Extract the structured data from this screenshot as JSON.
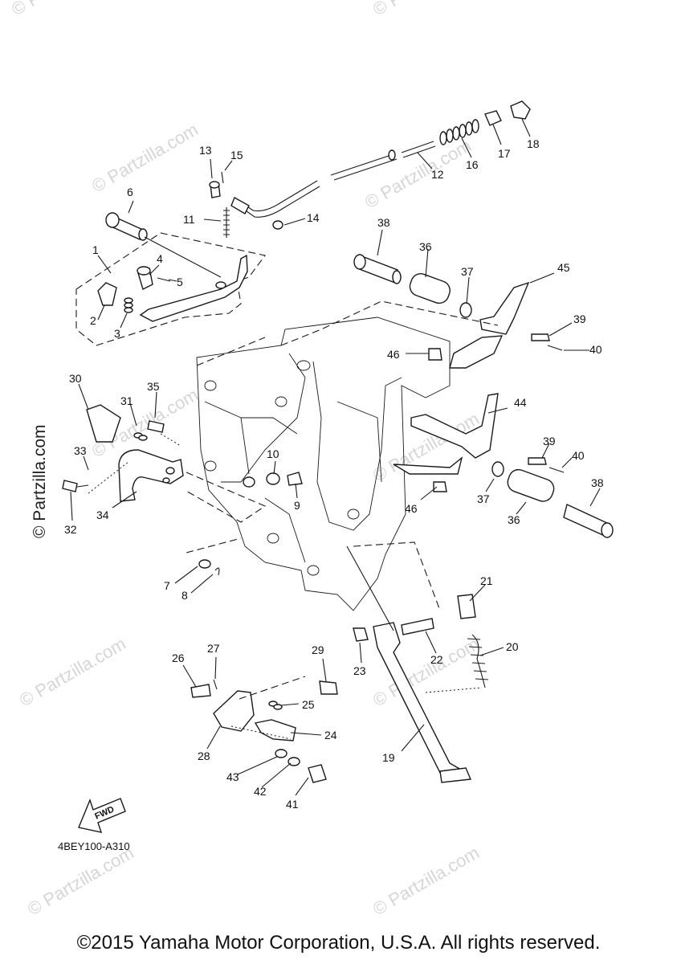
{
  "diagram_code": "4BEY100-A310",
  "copyright": "©2015 Yamaha Motor Corporation, U.S.A. All rights reserved.",
  "watermark": "© Partzilla.com",
  "fwd_label": "FWD",
  "callouts": [
    {
      "id": "1",
      "text": "1"
    },
    {
      "id": "2",
      "text": "2"
    },
    {
      "id": "3",
      "text": "3"
    },
    {
      "id": "4",
      "text": "4"
    },
    {
      "id": "5",
      "text": "5"
    },
    {
      "id": "6",
      "text": "6"
    },
    {
      "id": "7",
      "text": "7"
    },
    {
      "id": "8",
      "text": "8"
    },
    {
      "id": "9",
      "text": "9"
    },
    {
      "id": "10",
      "text": "10"
    },
    {
      "id": "11",
      "text": "11"
    },
    {
      "id": "12",
      "text": "12"
    },
    {
      "id": "13",
      "text": "13"
    },
    {
      "id": "14",
      "text": "14"
    },
    {
      "id": "15",
      "text": "15"
    },
    {
      "id": "16",
      "text": "16"
    },
    {
      "id": "17",
      "text": "17"
    },
    {
      "id": "18",
      "text": "18"
    },
    {
      "id": "19",
      "text": "19"
    },
    {
      "id": "20",
      "text": "20"
    },
    {
      "id": "21",
      "text": "21"
    },
    {
      "id": "22",
      "text": "22"
    },
    {
      "id": "23",
      "text": "23"
    },
    {
      "id": "24",
      "text": "24"
    },
    {
      "id": "25",
      "text": "25"
    },
    {
      "id": "26",
      "text": "26"
    },
    {
      "id": "27",
      "text": "27"
    },
    {
      "id": "28",
      "text": "28"
    },
    {
      "id": "29",
      "text": "29"
    },
    {
      "id": "30",
      "text": "30"
    },
    {
      "id": "31",
      "text": "31"
    },
    {
      "id": "32",
      "text": "32"
    },
    {
      "id": "33",
      "text": "33"
    },
    {
      "id": "34",
      "text": "34"
    },
    {
      "id": "35",
      "text": "35"
    },
    {
      "id": "36a",
      "text": "36"
    },
    {
      "id": "36b",
      "text": "36"
    },
    {
      "id": "37a",
      "text": "37"
    },
    {
      "id": "37b",
      "text": "37"
    },
    {
      "id": "38a",
      "text": "38"
    },
    {
      "id": "38b",
      "text": "38"
    },
    {
      "id": "39a",
      "text": "39"
    },
    {
      "id": "39b",
      "text": "39"
    },
    {
      "id": "40a",
      "text": "40"
    },
    {
      "id": "40b",
      "text": "40"
    },
    {
      "id": "41",
      "text": "41"
    },
    {
      "id": "42",
      "text": "42"
    },
    {
      "id": "43",
      "text": "43"
    },
    {
      "id": "44",
      "text": "44"
    },
    {
      "id": "45",
      "text": "45"
    },
    {
      "id": "46a",
      "text": "46"
    },
    {
      "id": "46b",
      "text": "46"
    }
  ]
}
